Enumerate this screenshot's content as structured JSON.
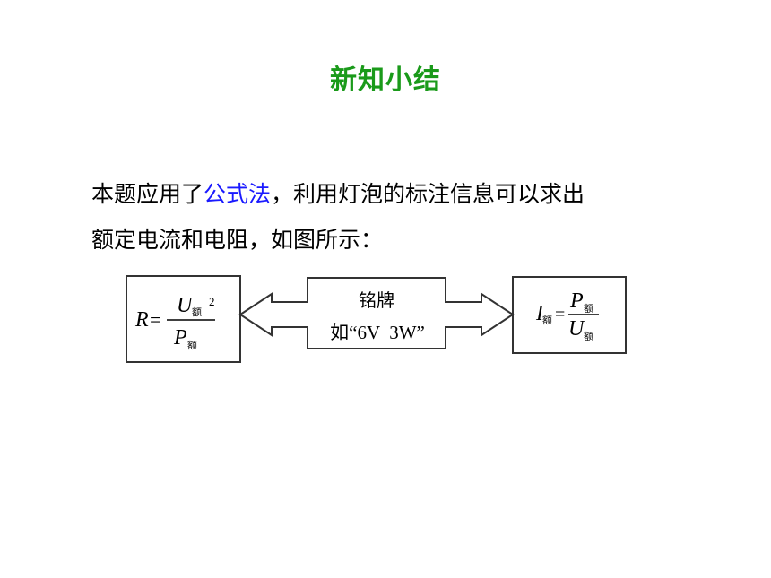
{
  "title": "新知小结",
  "paragraph": {
    "line1_before": "本题应用了",
    "line1_highlight": "公式法",
    "line1_after": "，利用灯泡的标注信息可以求出",
    "line2": "额定电流和电阻，如图所示："
  },
  "diagram": {
    "left_formula": {
      "var": "R",
      "eq": "=",
      "num": "U",
      "num_sub": "额",
      "num_sup": "2",
      "den": "P",
      "den_sub": "额"
    },
    "center": {
      "line1": "铭牌",
      "line2": "如“6V  3W”"
    },
    "right_formula": {
      "var": "I",
      "var_sub": "额",
      "eq": "=",
      "num": "P",
      "num_sub": "额",
      "den": "U",
      "den_sub": "额"
    }
  },
  "colors": {
    "title": "#1a9a1a",
    "highlight": "#1a1aff",
    "text": "#000000",
    "stroke": "#333333"
  }
}
